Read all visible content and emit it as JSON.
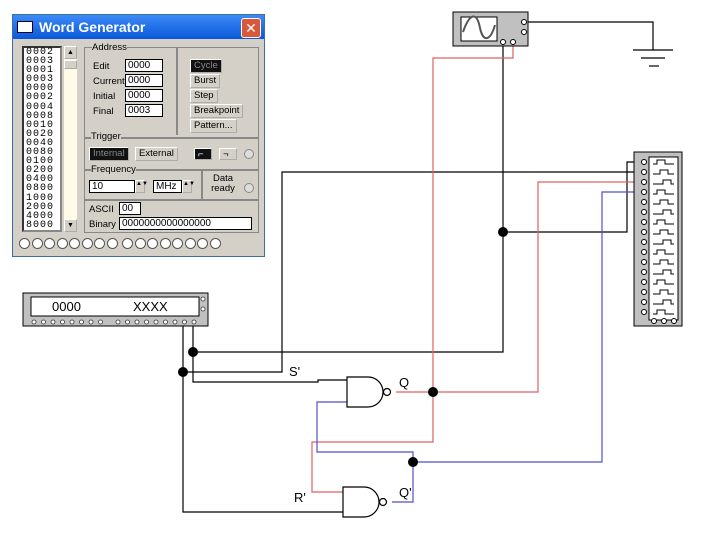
{
  "window": {
    "title": "Word Generator",
    "close_icon": "close-icon"
  },
  "words": [
    "0002",
    "0003",
    "0001",
    "0003",
    "0000",
    "0002",
    "0004",
    "0008",
    "0010",
    "0020",
    "0040",
    "0080",
    "0100",
    "0200",
    "0400",
    "0800",
    "1000",
    "2000",
    "4000",
    "8000"
  ],
  "address": {
    "label": "Address",
    "edit_label": "Edit",
    "edit": "0000",
    "current_label": "Current",
    "current": "0000",
    "initial_label": "Initial",
    "initial": "0000",
    "final_label": "Final",
    "final": "0003"
  },
  "mode_buttons": {
    "cycle": "Cycle",
    "burst": "Burst",
    "step": "Step",
    "breakpoint": "Breakpoint",
    "pattern": "Pattern..."
  },
  "trigger": {
    "label": "Trigger",
    "internal": "Internal",
    "external": "External"
  },
  "frequency": {
    "label": "Frequency",
    "value": "10",
    "unit": "MHz",
    "data_ready": "Data ready"
  },
  "ascii": {
    "label": "ASCII",
    "value": "00"
  },
  "binary": {
    "label": "Binary",
    "value": "0000000000000000"
  },
  "decoder_display": {
    "left": "0000",
    "right": "XXXX"
  },
  "labels": {
    "s": "S'",
    "q": "Q",
    "r": "R'",
    "qn": "Q'"
  },
  "colors": {
    "red_wire": "#e06060",
    "blue_wire": "#5050c8",
    "wire": "#000000"
  }
}
